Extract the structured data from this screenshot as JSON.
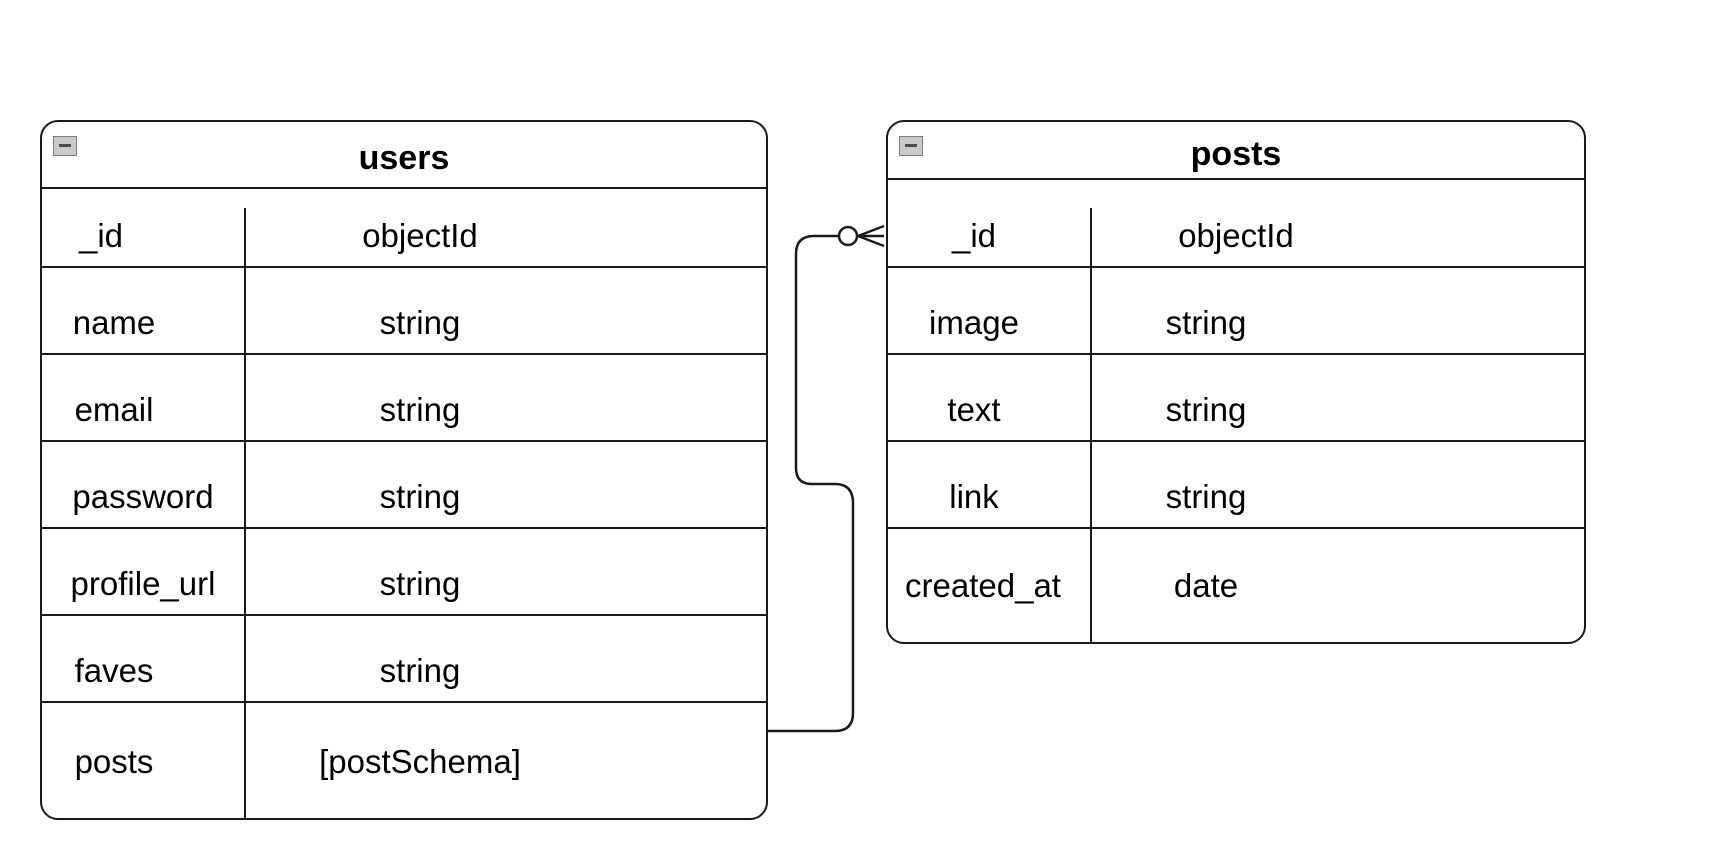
{
  "entities": {
    "users": {
      "title": "users",
      "fields": [
        {
          "name": "_id",
          "type": "objectId"
        },
        {
          "name": "name",
          "type": "string"
        },
        {
          "name": "email",
          "type": "string"
        },
        {
          "name": "password",
          "type": "string"
        },
        {
          "name": "profile_url",
          "type": "string"
        },
        {
          "name": "faves",
          "type": "string"
        },
        {
          "name": "posts",
          "type": "[postSchema]"
        }
      ]
    },
    "posts": {
      "title": "posts",
      "fields": [
        {
          "name": "_id",
          "type": "objectId"
        },
        {
          "name": "image",
          "type": "string"
        },
        {
          "name": "text",
          "type": "string"
        },
        {
          "name": "link",
          "type": "string"
        },
        {
          "name": "created_at",
          "type": "date"
        }
      ]
    }
  },
  "relationship": {
    "from": "users.posts",
    "to": "posts._id",
    "notation": "zero-or-many"
  },
  "colors": {
    "stroke": "#1a1a1a",
    "collapse_fill": "#c9c9c9",
    "background": "#ffffff"
  }
}
